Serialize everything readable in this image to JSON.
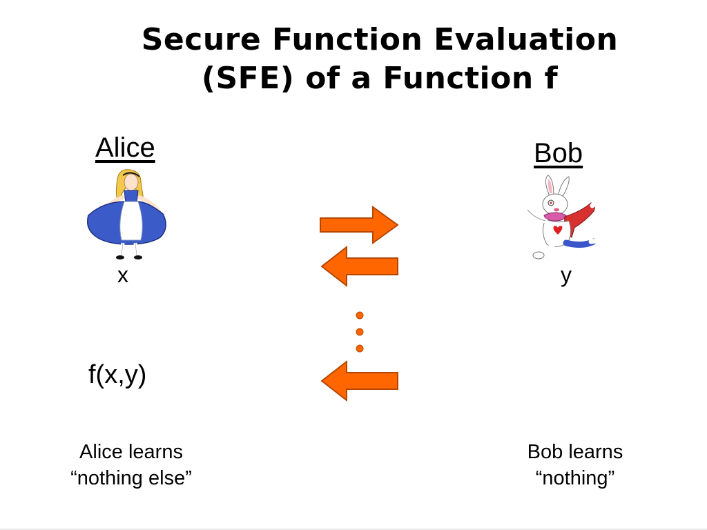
{
  "title": {
    "line1": "Secure Function Evaluation",
    "line2": "(SFE) of a Function f"
  },
  "alice": {
    "name": "Alice",
    "input": "x",
    "output": "f(x,y)",
    "learns_line1": "Alice learns",
    "learns_line2": "“nothing else”"
  },
  "bob": {
    "name": "Bob",
    "input": "y",
    "learns_line1": "Bob learns",
    "learns_line2": "“nothing”"
  },
  "colors": {
    "arrow_fill": "#ff6600",
    "arrow_stroke": "#b34700",
    "dot_fill": "#ff6600"
  },
  "messages": [
    {
      "direction": "alice-to-bob"
    },
    {
      "direction": "bob-to-alice"
    },
    {
      "direction": "ellipsis"
    },
    {
      "direction": "bob-to-alice"
    }
  ]
}
